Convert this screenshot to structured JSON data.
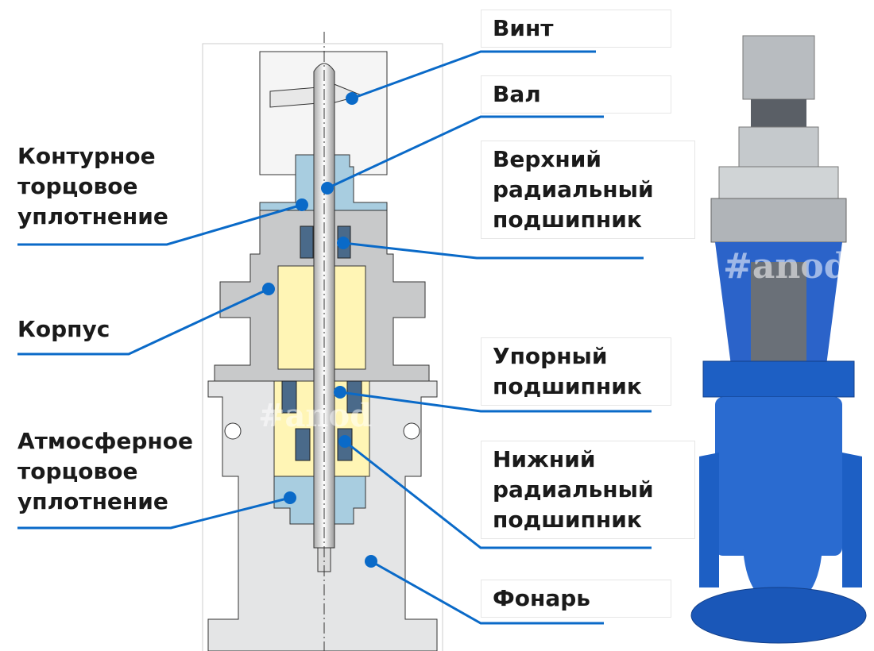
{
  "labels": {
    "screw": "Винт",
    "shaft": "Вал",
    "contour_seal": [
      "Контурное",
      "торцовое",
      "уплотнение"
    ],
    "upper_bearing": [
      "Верхний",
      "радиальный",
      "подшипник"
    ],
    "housing": "Корпус",
    "thrust_bearing": [
      "Упорный",
      "подшипник"
    ],
    "atmospheric_seal": [
      "Атмосферное",
      "торцовое",
      "уплотнение"
    ],
    "lower_bearing": [
      "Нижний",
      "радиальный",
      "подшипник"
    ],
    "lantern": "Фонарь"
  },
  "watermark": "#anod",
  "colors": {
    "leader": "#0a6ac8",
    "housing": "#c8c9ca",
    "seal": "#a8cde0",
    "stator": "#fff5b5",
    "bearing": "#4a6a8a",
    "motor": "#1d5fc4"
  }
}
